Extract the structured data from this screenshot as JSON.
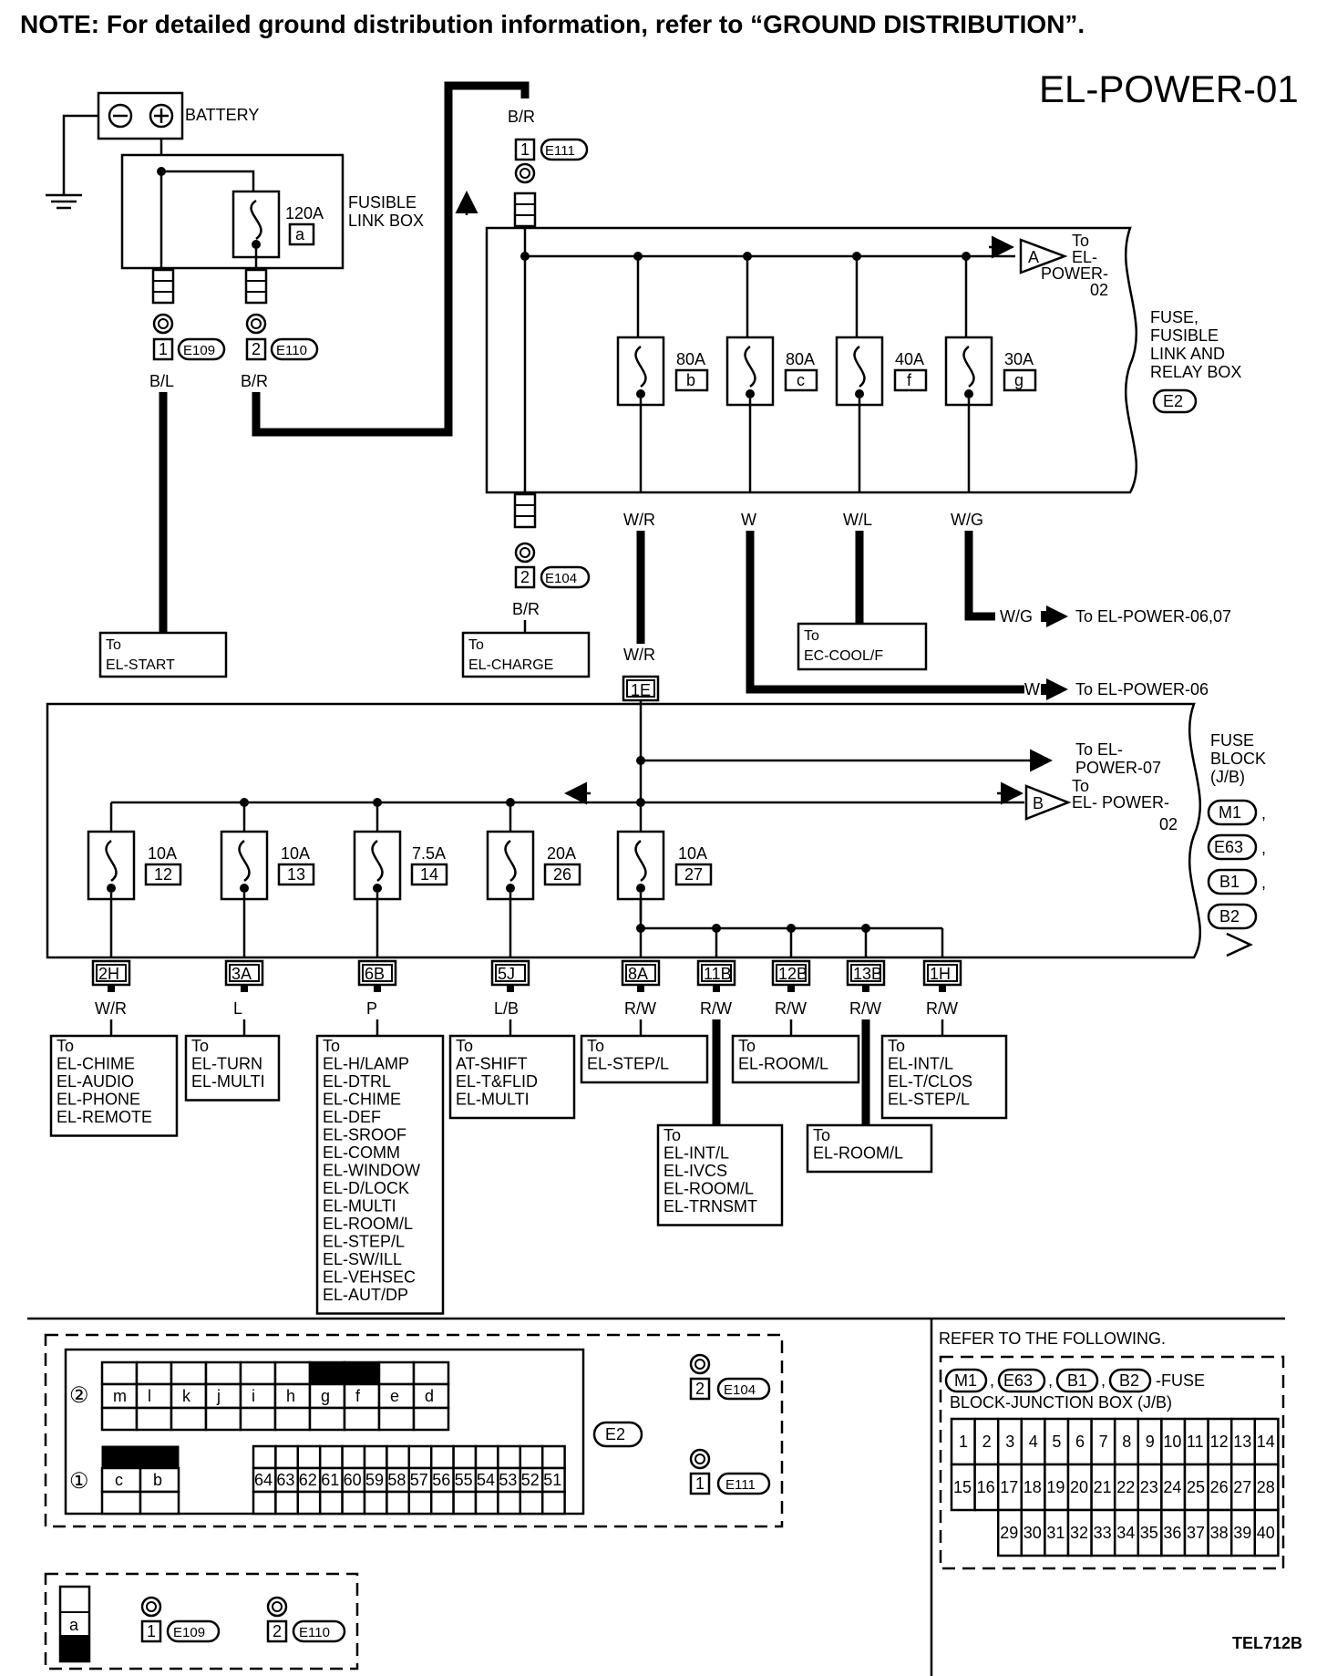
{
  "note": "NOTE: For detailed ground distribution information, refer to “GROUND DISTRIBUTION”.",
  "title": "EL-POWER-01",
  "footer_code": "TEL712B",
  "battery": {
    "label": "BATTERY",
    "minus": "⊖",
    "plus": "⊕"
  },
  "fusible_link_box": {
    "label_line1": "FUSIBLE",
    "label_line2": "LINK BOX",
    "fuse_rating": "120A",
    "fuse_id": "a"
  },
  "relay_box": {
    "label_lines": [
      "FUSE,",
      "FUSIBLE",
      "LINK AND",
      "RELAY BOX"
    ],
    "connector": "E2",
    "fuses": [
      {
        "rating": "80A",
        "id": "b",
        "wire": "W/R"
      },
      {
        "rating": "80A",
        "id": "c",
        "wire": "W"
      },
      {
        "rating": "40A",
        "id": "f",
        "wire": "W/L"
      },
      {
        "rating": "30A",
        "id": "g",
        "wire": "W/G"
      }
    ],
    "to_a": {
      "letter": "A",
      "text_line1": "To",
      "text_line2": "EL-",
      "text_line3": "POWER-",
      "text_line4": "02"
    }
  },
  "connectors": {
    "e109": {
      "pin": "1",
      "id": "E109",
      "wire": "B/L"
    },
    "e110": {
      "pin": "2",
      "id": "E110",
      "wire": "B/R"
    },
    "e111": {
      "pin": "1",
      "id": "E111",
      "wire": "B/R"
    },
    "e104": {
      "pin": "2",
      "id": "E104",
      "wire": "B/R"
    }
  },
  "destinations": {
    "el_start": {
      "to": "To",
      "name": "EL-START"
    },
    "el_charge": {
      "to": "To",
      "name": "EL-CHARGE"
    },
    "ec_cool": {
      "to": "To",
      "name": "EC-COOL/F"
    },
    "wg_out": {
      "wire": "W/G",
      "text": "To EL-POWER-06,07"
    },
    "w_out": {
      "wire": "W",
      "text": "To EL-POWER-06"
    }
  },
  "fuse_block": {
    "label_lines": [
      "FUSE",
      "BLOCK",
      "(J/B)"
    ],
    "connectors": [
      "M1",
      "E63",
      "B1",
      "B2"
    ],
    "input_pin": "1E",
    "input_wire": "W/R",
    "to_07": {
      "line1": "To EL-",
      "line2": "POWER-07"
    },
    "to_b": {
      "letter": "B",
      "line1": "To",
      "line2": "EL- POWER-",
      "line3": "02"
    },
    "fuses": [
      {
        "rating": "10A",
        "id": "12",
        "pin": "2H",
        "wire": "W/R"
      },
      {
        "rating": "10A",
        "id": "13",
        "pin": "3A",
        "wire": "L"
      },
      {
        "rating": "7.5A",
        "id": "14",
        "pin": "6B",
        "wire": "P"
      },
      {
        "rating": "20A",
        "id": "26",
        "pin": "5J",
        "wire": "L/B"
      },
      {
        "rating": "10A",
        "id": "27",
        "pin": "8A",
        "wire": "R/W"
      }
    ],
    "extra_pins": [
      {
        "pin": "11B",
        "wire": "R/W"
      },
      {
        "pin": "12B",
        "wire": "R/W"
      },
      {
        "pin": "13B",
        "wire": "R/W"
      },
      {
        "pin": "1H",
        "wire": "R/W"
      }
    ]
  },
  "dest_lists": {
    "d2h": [
      "To",
      "EL-CHIME",
      "EL-AUDIO",
      "EL-PHONE",
      "EL-REMOTE"
    ],
    "d3a": [
      "To",
      "EL-TURN",
      "EL-MULTI"
    ],
    "d6b": [
      "To",
      "EL-H/LAMP",
      "EL-DTRL",
      "EL-CHIME",
      "EL-DEF",
      "EL-SROOF",
      "EL-COMM",
      "EL-WINDOW",
      "EL-D/LOCK",
      "EL-MULTI",
      "EL-ROOM/L",
      "EL-STEP/L",
      "EL-SW/ILL",
      "EL-VEHSEC",
      "EL-AUT/DP"
    ],
    "d5j": [
      "To",
      "AT-SHIFT",
      "EL-T&FLID",
      "EL-MULTI"
    ],
    "d8a": [
      "To",
      "EL-STEP/L"
    ],
    "d11b": [
      "To",
      "EL-INT/L",
      "EL-IVCS",
      "EL-ROOM/L",
      "EL-TRNSMT"
    ],
    "d12b": [
      "To",
      "EL-ROOM/L"
    ],
    "d13b": [
      "To",
      "EL-ROOM/L"
    ],
    "d1h": [
      "To",
      "EL-INT/L",
      "EL-T/CLOS",
      "EL-STEP/L"
    ]
  },
  "e2_face": {
    "row2_num": "②",
    "row1_num": "①",
    "row2_cells": [
      "m",
      "l",
      "k",
      "j",
      "i",
      "h",
      "g",
      "f",
      "e",
      "d"
    ],
    "row1_cells": [
      "c",
      "b"
    ],
    "row1_pins": [
      "64",
      "63",
      "62",
      "61",
      "60",
      "59",
      "58",
      "57",
      "56",
      "55",
      "54",
      "53",
      "52",
      "51"
    ],
    "label": "E2"
  },
  "face_connectors": {
    "e104": {
      "pin": "2",
      "id": "E104"
    },
    "e111": {
      "pin": "1",
      "id": "E111"
    },
    "e109": {
      "pin": "1",
      "id": "E109"
    },
    "e110": {
      "pin": "2",
      "id": "E110"
    },
    "small_cell": "a"
  },
  "refer": {
    "title": "REFER TO THE FOLLOWING.",
    "connectors": [
      "M1",
      "E63",
      "B1",
      "B2"
    ],
    "suffix": "-FUSE",
    "line2": "BLOCK-JUNCTION BOX (J/B)",
    "row1": [
      "1",
      "2",
      "3",
      "4",
      "5",
      "6",
      "7",
      "8",
      "9",
      "10",
      "11",
      "12",
      "13",
      "14"
    ],
    "row2": [
      "15",
      "16",
      "17",
      "18",
      "19",
      "20",
      "21",
      "22",
      "23",
      "24",
      "25",
      "26",
      "27",
      "28"
    ],
    "row3": [
      "29",
      "30",
      "31",
      "32",
      "33",
      "34",
      "35",
      "36",
      "37",
      "38",
      "39",
      "40"
    ]
  }
}
